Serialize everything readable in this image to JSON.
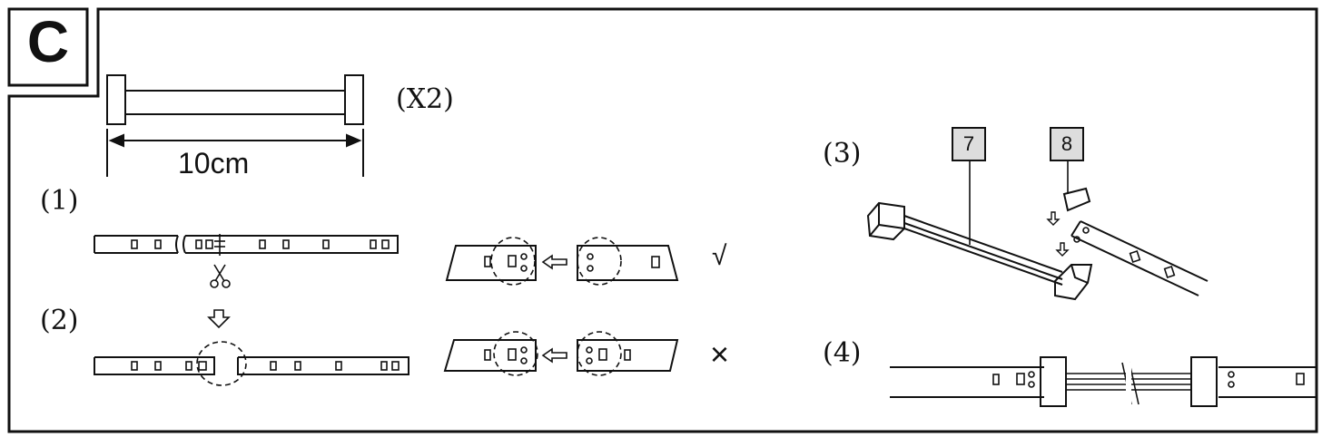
{
  "section": {
    "letter": "C"
  },
  "part": {
    "quantity": "(X2)",
    "length": "10cm"
  },
  "steps": {
    "s1": "(1)",
    "s2": "(2)",
    "s3": "(3)",
    "s4": "(4)"
  },
  "results": {
    "correct": "√",
    "wrong": "×"
  },
  "callouts": {
    "c7": "7",
    "c8": "8"
  },
  "icons": [
    "scissors-icon",
    "down-arrow-icon",
    "left-arrow-icon",
    "check-icon",
    "cross-icon"
  ]
}
